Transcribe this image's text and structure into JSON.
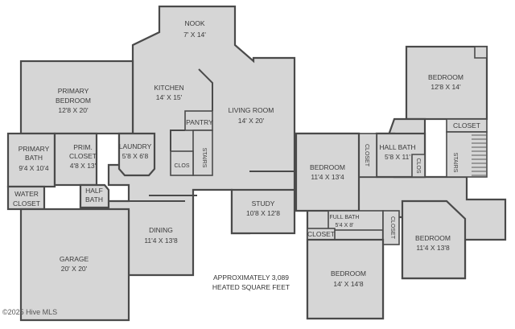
{
  "rooms": {
    "nook": {
      "name": "NOOK",
      "size": "7' X 14'"
    },
    "kitchen": {
      "name": "KITCHEN",
      "size": "14' X 15'"
    },
    "primary_bedroom": {
      "name_1": "PRIMARY",
      "name_2": "BEDROOM",
      "size": "12'8 X 20'"
    },
    "pantry": {
      "name": "PANTRY"
    },
    "living_room": {
      "name": "LIVING ROOM",
      "size": "14' X 20'"
    },
    "primary_bath": {
      "name_1": "PRIMARY",
      "name_2": "BATH",
      "size": "9'4 X 10'4"
    },
    "primary_closet": {
      "name_1": "PRIM.",
      "name_2": "CLOSET",
      "size": "4'8 X 13'"
    },
    "laundry": {
      "name": "LAUNDRY",
      "size": "5'8 X 6'8"
    },
    "stairs_main": {
      "name": "STAIRS"
    },
    "clos_main": {
      "name": "CLOS"
    },
    "half_bath": {
      "name_1": "HALF",
      "name_2": "BATH"
    },
    "water_closet": {
      "name_1": "WATER",
      "name_2": "CLOSET"
    },
    "study": {
      "name": "STUDY",
      "size": "10'8 X 12'8"
    },
    "dining": {
      "name": "DINING",
      "size": "11'4 X 13'8"
    },
    "garage": {
      "name": "GARAGE",
      "size": "20' X 20'"
    },
    "bedroom_upper_right": {
      "name": "BEDROOM",
      "size": "12'8 X 14'"
    },
    "closet_upper_right": {
      "name": "CLOSET"
    },
    "bedroom_left": {
      "name": "BEDROOM",
      "size": "11'4 X 13'4"
    },
    "closet_vertical": {
      "name": "CLOSET"
    },
    "hall_bath": {
      "name": "HALL BATH",
      "size": "5'8 X 11'"
    },
    "clos_upper": {
      "name": "CLOS"
    },
    "stairs_upper": {
      "name": "STAIRS"
    },
    "full_bath": {
      "name": "FULL BATH",
      "size": "5'4 X 8'"
    },
    "closet_small": {
      "name": "CLOSET"
    },
    "closet_vertical_2": {
      "name": "CLOSET"
    },
    "bedroom_right": {
      "name": "BEDROOM",
      "size": "11'4 X 13'8"
    },
    "bedroom_bottom": {
      "name": "BEDROOM",
      "size": "14' X 14'8"
    }
  },
  "notes": {
    "line_1": "APPROXIMATELY 3,089",
    "line_2": "HEATED SQUARE FEET"
  },
  "watermark": "©2025 Hive MLS",
  "colors": {
    "floor": "#d6d6d6",
    "wall": "#4a4a4a",
    "label": "#3a3a3a"
  }
}
